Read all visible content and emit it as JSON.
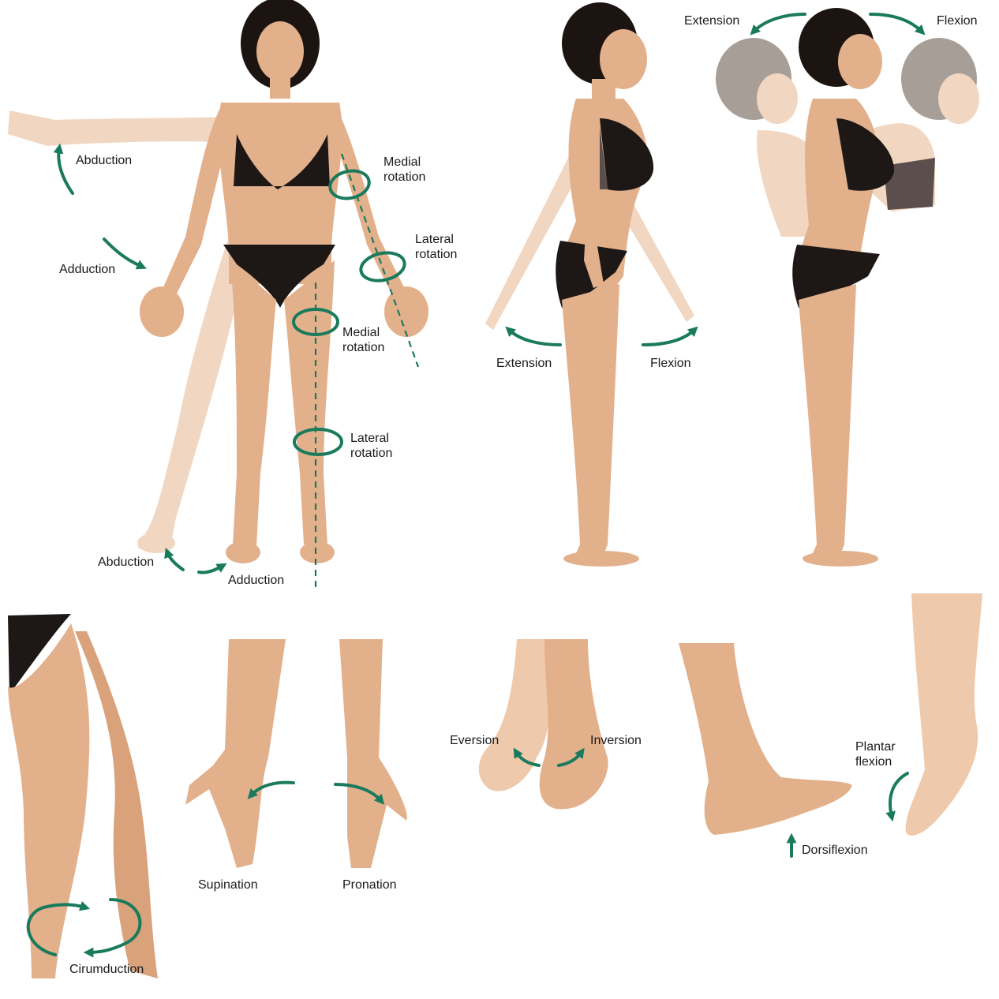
{
  "labels": {
    "abduction_arm": "Abduction",
    "adduction_arm": "Adduction",
    "medial_rotation_arm": [
      "Medial",
      "rotation"
    ],
    "lateral_rotation_arm": [
      "Lateral",
      "rotation"
    ],
    "medial_rotation_leg": [
      "Medial",
      "rotation"
    ],
    "lateral_rotation_leg": [
      "Lateral",
      "rotation"
    ],
    "abduction_leg": "Abduction",
    "adduction_leg": "Adduction",
    "extension_arm": "Extension",
    "flexion_arm": "Flexion",
    "extension_trunk": "Extension",
    "flexion_trunk": "Flexion",
    "circumduction": "Cirumduction",
    "supination": "Supination",
    "pronation": "Pronation",
    "eversion": "Eversion",
    "inversion": "Inversion",
    "plantar_flexion": [
      "Plantar",
      "flexion"
    ],
    "dorsiflexion": "Dorsiflexion"
  },
  "colors": {
    "arrow": "#1a7a5c",
    "skin": "#e3b08c",
    "swimsuit": "#1d1716",
    "hair": "#1c1410"
  }
}
